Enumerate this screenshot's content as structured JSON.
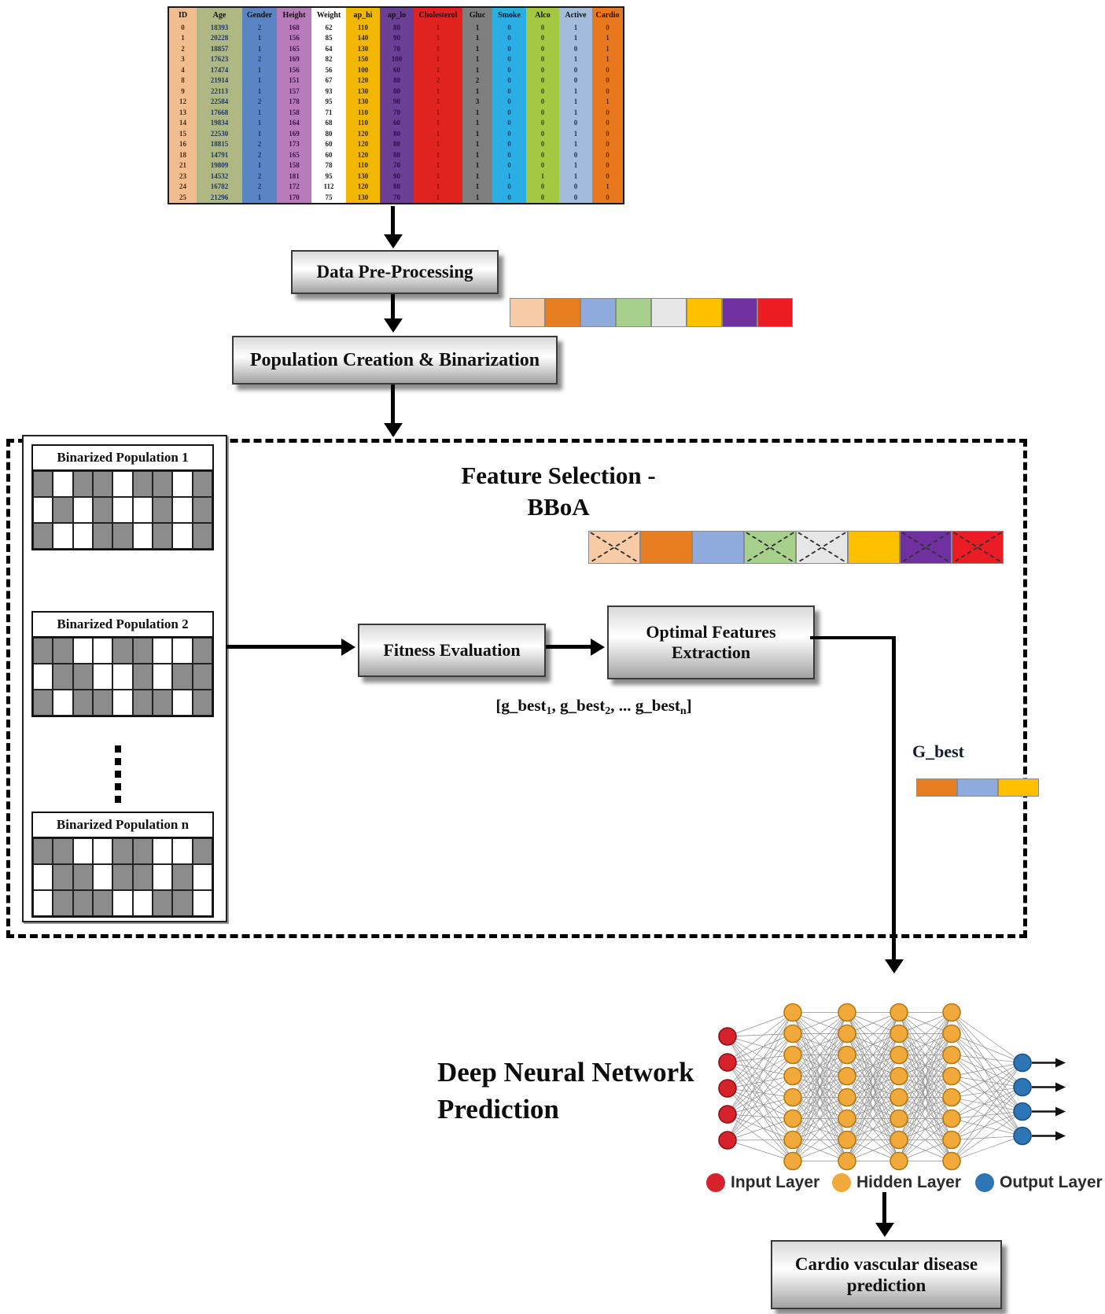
{
  "table": {
    "columns": [
      {
        "label": "ID",
        "color": "#F0BE8E",
        "text": "#4a2c12"
      },
      {
        "label": "Age",
        "color": "#AFB783",
        "text": "#1F3864"
      },
      {
        "label": "Gender",
        "color": "#5B84C4",
        "text": "#17375E"
      },
      {
        "label": "Height",
        "color": "#B87CBA",
        "text": "#3F1451"
      },
      {
        "label": "Weight",
        "color": "#FFFFFF",
        "text": "#222222"
      },
      {
        "label": "ap_hi",
        "color": "#F2B705",
        "text": "#3a2a00"
      },
      {
        "label": "ap_lo",
        "color": "#6C3F97",
        "text": "#2a1048"
      },
      {
        "label": "Cholesterol",
        "color": "#E0231E",
        "text": "#8a1410"
      },
      {
        "label": "Gluc",
        "color": "#7F7F7F",
        "text": "#111111"
      },
      {
        "label": "Smoke",
        "color": "#2BAEE4",
        "text": "#0b4f79"
      },
      {
        "label": "Alco",
        "color": "#A5C843",
        "text": "#33511a"
      },
      {
        "label": "Active",
        "color": "#A4BCDC",
        "text": "#17375E"
      },
      {
        "label": "Cardio",
        "color": "#E8781E",
        "text": "#5c2d00"
      }
    ],
    "rows": [
      [
        0,
        18393,
        2,
        168,
        62,
        110,
        80,
        1,
        1,
        0,
        0,
        1,
        0
      ],
      [
        1,
        20228,
        1,
        156,
        85,
        140,
        90,
        1,
        1,
        0,
        0,
        1,
        1
      ],
      [
        2,
        18857,
        1,
        165,
        64,
        130,
        70,
        1,
        1,
        0,
        0,
        0,
        1
      ],
      [
        3,
        17623,
        2,
        169,
        82,
        150,
        100,
        1,
        1,
        0,
        0,
        1,
        1
      ],
      [
        4,
        17474,
        1,
        156,
        56,
        100,
        60,
        1,
        1,
        0,
        0,
        0,
        0
      ],
      [
        8,
        21914,
        1,
        151,
        67,
        120,
        80,
        2,
        2,
        0,
        0,
        0,
        0
      ],
      [
        9,
        22113,
        1,
        157,
        93,
        130,
        80,
        1,
        1,
        0,
        0,
        1,
        0
      ],
      [
        12,
        22584,
        2,
        178,
        95,
        130,
        90,
        1,
        3,
        0,
        0,
        1,
        1
      ],
      [
        13,
        17668,
        1,
        158,
        71,
        110,
        70,
        1,
        1,
        0,
        0,
        1,
        0
      ],
      [
        14,
        19834,
        1,
        164,
        68,
        110,
        60,
        1,
        1,
        0,
        0,
        0,
        0
      ],
      [
        15,
        22530,
        1,
        169,
        80,
        120,
        80,
        1,
        1,
        0,
        0,
        1,
        0
      ],
      [
        16,
        18815,
        2,
        173,
        60,
        120,
        80,
        1,
        1,
        0,
        0,
        1,
        0
      ],
      [
        18,
        14791,
        2,
        165,
        60,
        120,
        80,
        1,
        1,
        0,
        0,
        0,
        0
      ],
      [
        21,
        19809,
        1,
        158,
        78,
        110,
        70,
        1,
        1,
        0,
        0,
        1,
        0
      ],
      [
        23,
        14532,
        2,
        181,
        95,
        130,
        90,
        1,
        1,
        1,
        1,
        1,
        0
      ],
      [
        24,
        16782,
        2,
        172,
        112,
        120,
        80,
        1,
        1,
        0,
        0,
        0,
        1
      ],
      [
        25,
        21296,
        1,
        170,
        75,
        130,
        70,
        1,
        1,
        0,
        0,
        0,
        0
      ]
    ]
  },
  "flow": {
    "preprocess": "Data Pre-Processing",
    "population": "Population Creation & Binarization"
  },
  "feature_strip": {
    "colors": [
      "#F6CBA6",
      "#E87E22",
      "#8FAADC",
      "#A8D08D",
      "#E7E6E6",
      "#FFC000",
      "#7030A0",
      "#EB1C24"
    ]
  },
  "bboa": {
    "title1": "Feature Selection -",
    "title2": "BBoA",
    "crossed": [
      true,
      false,
      false,
      true,
      true,
      false,
      true,
      true
    ],
    "fitness": "Fitness Evaluation",
    "optimal1": "Optimal Features",
    "optimal2": "Extraction",
    "gbest_expr": [
      {
        "t": "[g_best",
        "sub": false
      },
      {
        "t": "1",
        "sub": true
      },
      {
        "t": ", g_best",
        "sub": false
      },
      {
        "t": "2",
        "sub": true
      },
      {
        "t": ", ... g_best",
        "sub": false
      },
      {
        "t": "n",
        "sub": true
      },
      {
        "t": "]",
        "sub": false
      }
    ],
    "gbest_label": "G_best",
    "gbest_colors": [
      "#E87E22",
      "#8FAADC",
      "#FFC000"
    ]
  },
  "populations": [
    {
      "title": "Binarized Population 1",
      "grid": [
        "101101101",
        "010100101",
        "100110101"
      ]
    },
    {
      "title": "Binarized Population 2",
      "grid": [
        "110011001",
        "011001011",
        "101101101"
      ]
    },
    {
      "title": "Binarized Population n",
      "grid": [
        "110011001",
        "011011010",
        "011100110"
      ]
    }
  ],
  "dnn": {
    "title1": "Deep Neural Network",
    "title2": "Prediction",
    "layers": [
      {
        "name": "input",
        "count": 5,
        "color": "#D6222A",
        "stroke": "#8f1016"
      },
      {
        "name": "hidden-1",
        "count": 8,
        "color": "#F2A93B",
        "stroke": "#b5770e"
      },
      {
        "name": "hidden-2",
        "count": 8,
        "color": "#F2A93B",
        "stroke": "#b5770e"
      },
      {
        "name": "hidden-3",
        "count": 8,
        "color": "#F2A93B",
        "stroke": "#b5770e"
      },
      {
        "name": "hidden-4",
        "count": 8,
        "color": "#F2A93B",
        "stroke": "#b5770e"
      },
      {
        "name": "output",
        "count": 4,
        "color": "#2E75B6",
        "stroke": "#1c4f85"
      }
    ],
    "legend": [
      {
        "label": "Input Layer",
        "color": "#D6222A"
      },
      {
        "label": "Hidden Layer",
        "color": "#F2A93B"
      },
      {
        "label": "Output Layer",
        "color": "#2E75B6"
      }
    ],
    "result1": "Cardio vascular disease",
    "result2": "prediction"
  }
}
